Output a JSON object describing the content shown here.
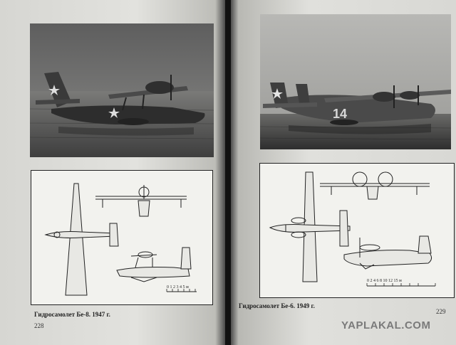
{
  "left_page": {
    "caption": "Гидросамолет Бе-8. 1947 г.",
    "page_number": "228",
    "scale_text": "0 1 2 3 4 5 м"
  },
  "right_page": {
    "caption": "Гидросамолет Бе-6. 1949 г.",
    "page_number": "229",
    "scale_text": "0 2 4 6 8 10 12 15 м",
    "tail_number": "14"
  },
  "watermark": "YAPLAKAL.COM"
}
